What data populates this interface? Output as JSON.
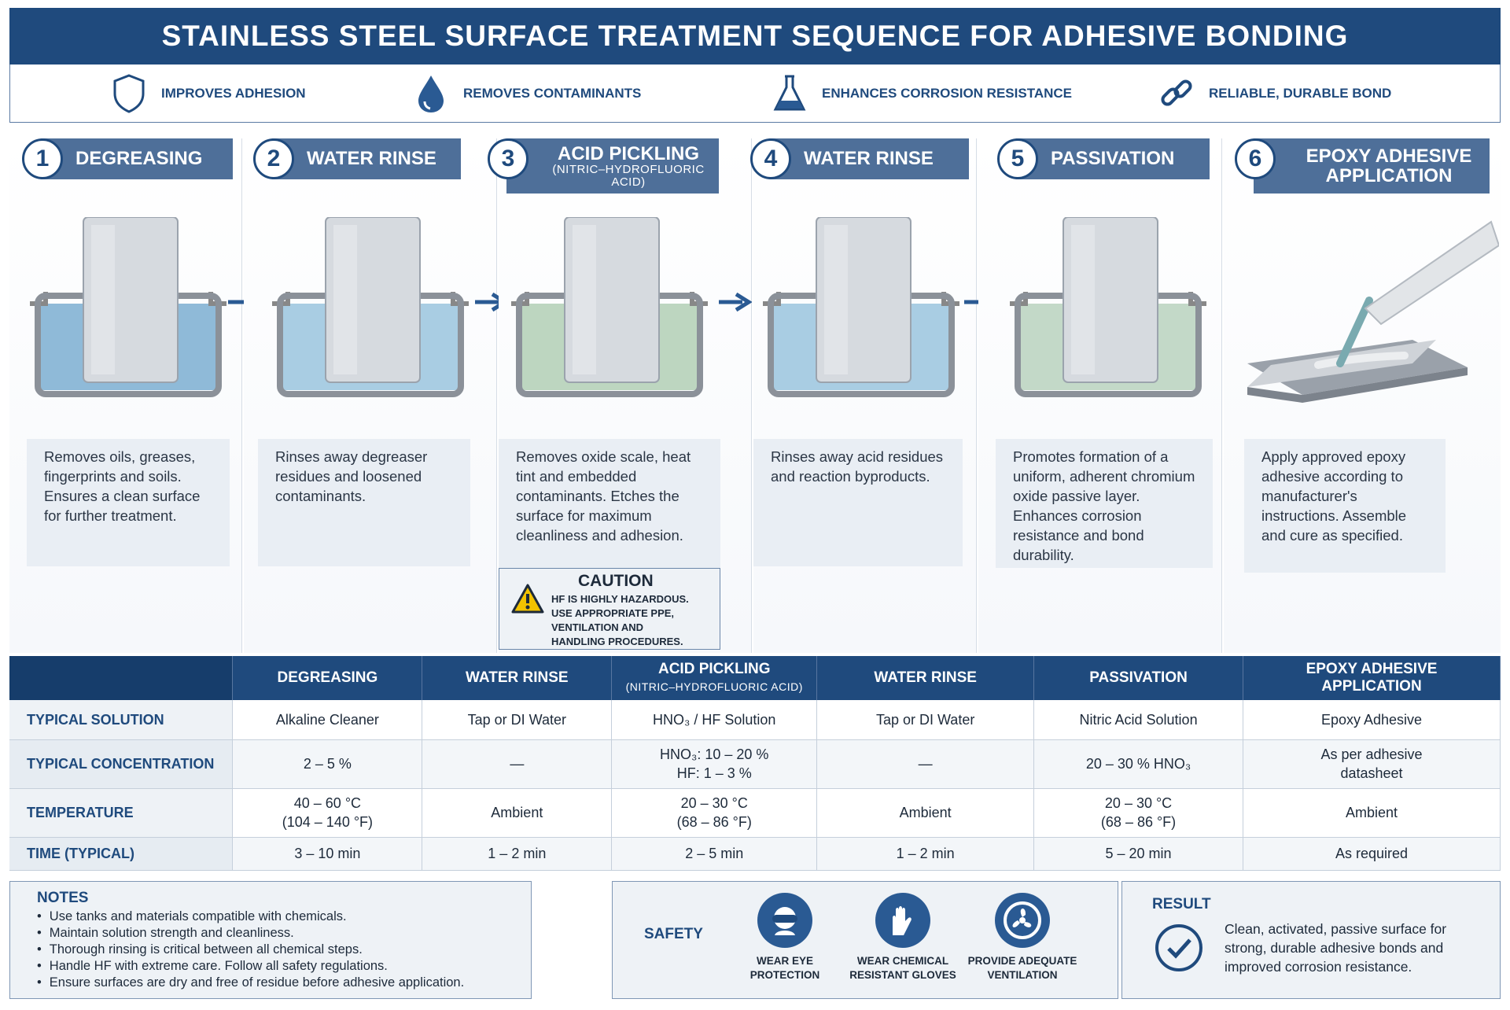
{
  "title": "STAINLESS STEEL SURFACE TREATMENT SEQUENCE FOR ADHESIVE BONDING",
  "benefits": [
    {
      "label": "IMPROVES ADHESION",
      "icon": "shield-icon"
    },
    {
      "label": "REMOVES CONTAMINANTS",
      "icon": "water-drop-icon"
    },
    {
      "label": "ENHANCES CORROSION RESISTANCE",
      "icon": "flask-icon"
    },
    {
      "label": "RELIABLE, DURABLE BOND",
      "icon": "chain-link-icon"
    }
  ],
  "steps": [
    {
      "num": "1",
      "title": "DEGREASING",
      "sub": "",
      "desc": "Removes oils, greases, fingerprints and soils. Ensures a clean surface for further treatment.",
      "liquid": "#8fbad8"
    },
    {
      "num": "2",
      "title": "WATER RINSE",
      "sub": "",
      "desc": "Rinses away degreaser residues and loosened contaminants.",
      "liquid": "#a9cde3"
    },
    {
      "num": "3",
      "title": "ACID PICKLING",
      "sub": "(NITRIC–HYDROFLUORIC ACID)",
      "desc": "Removes oxide scale, heat tint and embedded contaminants. Etches the surface for maximum cleanliness and adhesion.",
      "liquid": "#bdd6c0"
    },
    {
      "num": "4",
      "title": "WATER RINSE",
      "sub": "",
      "desc": "Rinses away acid residues and reaction byproducts.",
      "liquid": "#a9cde3"
    },
    {
      "num": "5",
      "title": "PASSIVATION",
      "sub": "",
      "desc": "Promotes formation of a uniform, adherent chromium oxide passive layer. Enhances corrosion resistance and bond durability.",
      "liquid": "#c3d9c8"
    },
    {
      "num": "6",
      "title": "EPOXY ADHESIVE APPLICATION",
      "sub": "",
      "desc": "Apply approved epoxy adhesive according to manufacturer's instructions. Assemble and cure as specified.",
      "liquid": ""
    }
  ],
  "caution": {
    "title": "CAUTION",
    "lines": [
      "HF IS HIGHLY HAZARDOUS.",
      "USE APPROPRIATE PPE,",
      "VENTILATION AND",
      "HANDLING PROCEDURES."
    ]
  },
  "table": {
    "columns": [
      {
        "label": "DEGREASING",
        "sub": ""
      },
      {
        "label": "WATER RINSE",
        "sub": ""
      },
      {
        "label": "ACID PICKLING",
        "sub": "(NITRIC–HYDROFLUORIC ACID)"
      },
      {
        "label": "WATER RINSE",
        "sub": ""
      },
      {
        "label": "PASSIVATION",
        "sub": ""
      },
      {
        "label": "EPOXY ADHESIVE APPLICATION",
        "sub": ""
      }
    ],
    "rows": [
      {
        "label": "TYPICAL SOLUTION",
        "cells": [
          "Alkaline Cleaner",
          "Tap or DI Water",
          "HNO₃ / HF Solution",
          "Tap or DI Water",
          "Nitric Acid Solution",
          "Epoxy Adhesive"
        ]
      },
      {
        "label": "TYPICAL CONCENTRATION",
        "cells": [
          "2 – 5 %",
          "—",
          "HNO₃: 10 – 20 %\nHF: 1 – 3 %",
          "—",
          "20 – 30 % HNO₃",
          "As per adhesive\ndatasheet"
        ]
      },
      {
        "label": "TEMPERATURE",
        "cells": [
          "40 – 60 °C\n(104 – 140 °F)",
          "Ambient",
          "20 – 30 °C\n(68 – 86 °F)",
          "Ambient",
          "20 – 30 °C\n(68 – 86 °F)",
          "Ambient"
        ]
      },
      {
        "label": "TIME (TYPICAL)",
        "cells": [
          "3 – 10 min",
          "1 – 2 min",
          "2 – 5 min",
          "1 – 2 min",
          "5 – 20 min",
          "As required"
        ]
      }
    ]
  },
  "notes": {
    "title": "NOTES",
    "items": [
      "Use tanks and materials compatible with chemicals.",
      "Maintain solution strength and cleanliness.",
      "Thorough rinsing is critical between all chemical steps.",
      "Handle HF with extreme care. Follow all safety regulations.",
      "Ensure surfaces are dry and free of residue before adhesive application."
    ]
  },
  "safety": {
    "title": "SAFETY",
    "items": [
      {
        "label": "WEAR EYE PROTECTION",
        "icon": "goggles-icon"
      },
      {
        "label": "WEAR CHEMICAL RESISTANT GLOVES",
        "icon": "gloves-icon"
      },
      {
        "label": "PROVIDE ADEQUATE VENTILATION",
        "icon": "fan-icon"
      }
    ]
  },
  "result": {
    "title": "RESULT",
    "text": "Clean, activated, passive surface for strong, durable adhesive bonds and improved corrosion resistance.",
    "icon": "check-circle-icon"
  }
}
